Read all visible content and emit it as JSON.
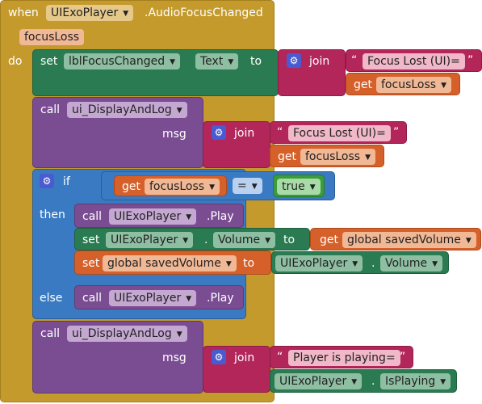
{
  "event": {
    "when_label": "when",
    "component": "UIExoPlayer",
    "event_name": ".AudioFocusChanged",
    "param": "focusLoss",
    "do_label": "do"
  },
  "stmt1": {
    "set_label": "set",
    "component": "lblFocusChanged",
    "dot": ".",
    "property": "Text",
    "to_label": "to",
    "join_label": "join",
    "text": "Focus Lost (UI)=",
    "get_label": "get",
    "var": "focusLoss"
  },
  "stmt2": {
    "call_label": "call",
    "procedure": "ui_DisplayAndLog",
    "msg_label": "msg",
    "join_label": "join",
    "text": "Focus Lost (UI)=",
    "get_label": "get",
    "var": "focusLoss"
  },
  "stmt3": {
    "if_label": "if",
    "get_label": "get",
    "var": "focusLoss",
    "op": "=",
    "value": "true",
    "then_label": "then",
    "else_label": "else",
    "then1": {
      "call_label": "call",
      "component": "UIExoPlayer",
      "method": ".Play"
    },
    "then2": {
      "set_label": "set",
      "component": "UIExoPlayer",
      "dot": ".",
      "property": "Volume",
      "to_label": "to",
      "get_label": "get",
      "var": "global savedVolume"
    },
    "then3": {
      "set_label": "set",
      "var": "global savedVolume",
      "to_label": "to",
      "component": "UIExoPlayer",
      "dot": ".",
      "property": "Volume"
    },
    "else1": {
      "call_label": "call",
      "component": "UIExoPlayer",
      "method": ".Play"
    }
  },
  "stmt4": {
    "call_label": "call",
    "procedure": "ui_DisplayAndLog",
    "msg_label": "msg",
    "join_label": "join",
    "text": "Player is playing=",
    "component": "UIExoPlayer",
    "dot": ".",
    "property": "IsPlaying"
  },
  "quote_open": "“",
  "quote_close": "”",
  "colors": {
    "event": "#c49a2c",
    "procedure": "#7a4d93",
    "component_set": "#2b7b52",
    "variable": "#d5602a",
    "text": "#b3265a",
    "control": "#3a7ac2",
    "logic": "#3a9c3a"
  }
}
